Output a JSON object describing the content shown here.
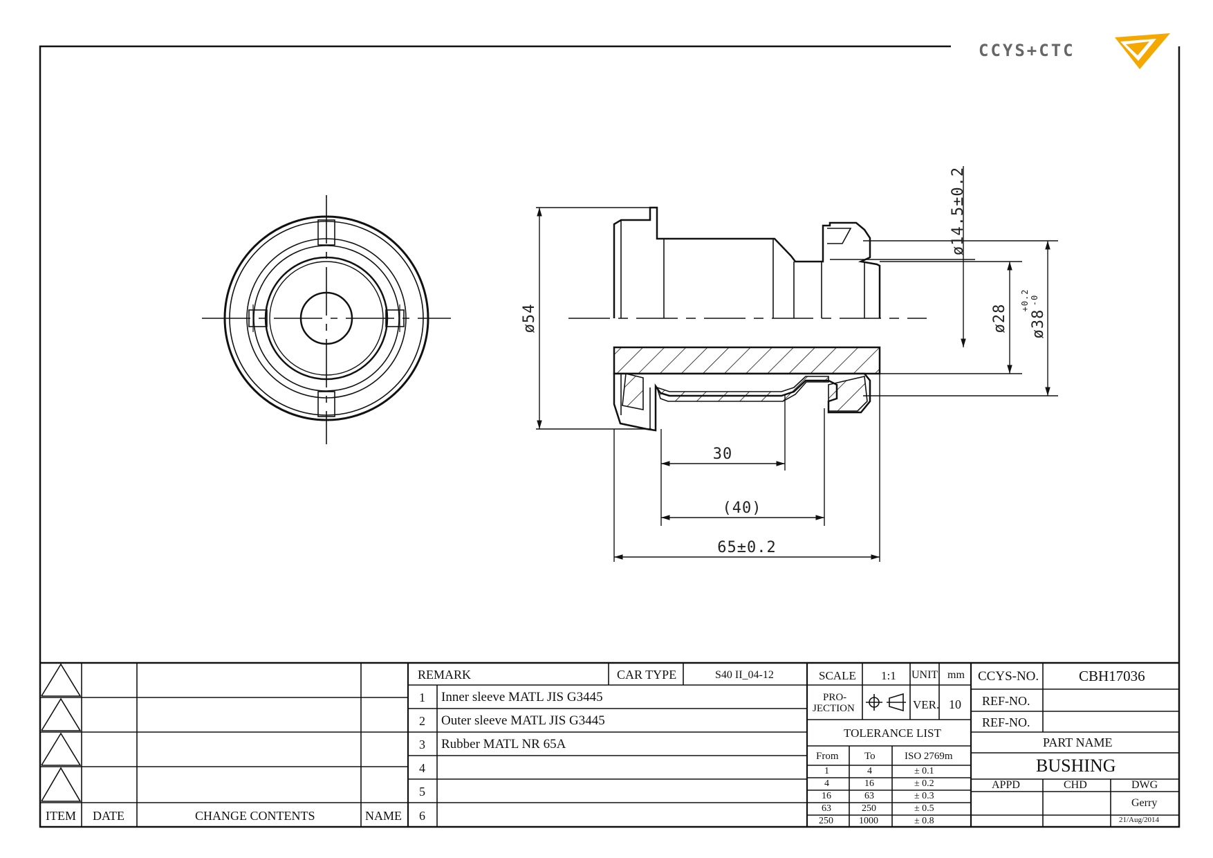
{
  "logo": {
    "text": "CCYS+CTC",
    "accent_color": "#f5a800"
  },
  "dimensions": {
    "phi54": "ø54",
    "phi14": "ø14.5±0.2",
    "phi28": "ø28",
    "phi38": "ø38",
    "phi38_tol_upper": "+0.2",
    "phi38_tol_lower": "-0",
    "len30": "30",
    "len40": "(40)",
    "len65": "65±0.2"
  },
  "revision_table": {
    "headers": {
      "item": "ITEM",
      "date": "DATE",
      "change": "CHANGE CONTENTS",
      "name": "NAME"
    }
  },
  "remarks": {
    "remark_label": "REMARK",
    "car_type_label": "CAR TYPE",
    "car_type_value": "S40 II_04-12",
    "rows": [
      {
        "num": "1",
        "text": "Inner sleeve MATL JIS G3445"
      },
      {
        "num": "2",
        "text": "Outer sleeve MATL JIS G3445"
      },
      {
        "num": "3",
        "text": "Rubber MATL NR 65A"
      },
      {
        "num": "4",
        "text": ""
      },
      {
        "num": "5",
        "text": ""
      },
      {
        "num": "6",
        "text": ""
      }
    ]
  },
  "scale_block": {
    "scale_label": "SCALE",
    "scale_value": "1:1",
    "unit_label": "UNIT",
    "unit_value": "mm",
    "projection_label_1": "PRO-",
    "projection_label_2": "JECTION",
    "ver_label": "VER.",
    "ver_value": "10"
  },
  "tolerance": {
    "title": "TOLERANCE LIST",
    "headers": [
      "From",
      "To",
      "ISO 2769m"
    ],
    "rows": [
      [
        "1",
        "4",
        "± 0.1"
      ],
      [
        "4",
        "16",
        "± 0.2"
      ],
      [
        "16",
        "63",
        "± 0.3"
      ],
      [
        "63",
        "250",
        "± 0.5"
      ],
      [
        "250",
        "1000",
        "± 0.8"
      ]
    ]
  },
  "title_block": {
    "ccys_label": "CCYS-NO.",
    "ccys_value": "CBH17036",
    "ref_label_1": "REF-NO.",
    "ref_label_2": "REF-NO.",
    "part_name_label": "PART NAME",
    "part_name_value": "BUSHING",
    "appd_label": "APPD",
    "chd_label": "CHD",
    "dwg_label": "DWG",
    "dwg_name": "Gerry",
    "dwg_date": "21/Aug/2014"
  }
}
